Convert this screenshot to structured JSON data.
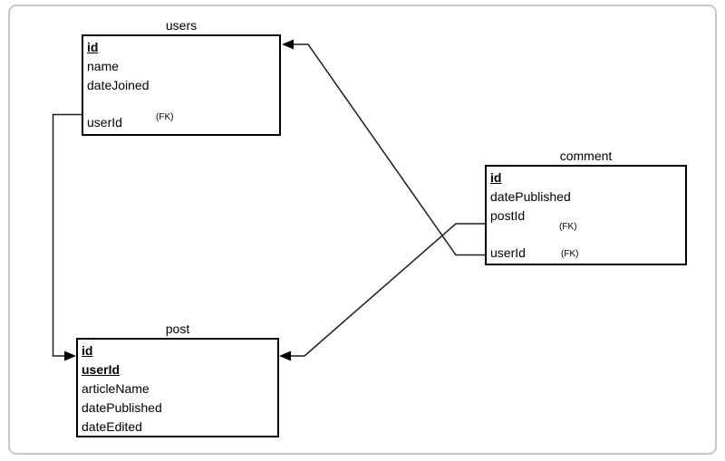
{
  "diagram": {
    "tables": {
      "users": {
        "title": "users",
        "fields": [
          {
            "name": "id",
            "pk": true
          },
          {
            "name": "name"
          },
          {
            "name": "dateJoined"
          },
          {
            "name": "userId",
            "fk": true,
            "fk_label": "(FK)"
          }
        ]
      },
      "comment": {
        "title": "comment",
        "fields": [
          {
            "name": "id",
            "pk": true
          },
          {
            "name": "datePublished"
          },
          {
            "name": "postId",
            "fk": true,
            "fk_label": "(FK)"
          },
          {
            "name": "userId",
            "fk": true,
            "fk_label": "(FK)"
          }
        ]
      },
      "post": {
        "title": "post",
        "fields": [
          {
            "name": "id",
            "pk": true
          },
          {
            "name": "userId",
            "pk": true
          },
          {
            "name": "articleName"
          },
          {
            "name": "datePublished"
          },
          {
            "name": "dateEdited"
          }
        ]
      }
    },
    "relationships": [
      {
        "from": "users.userId",
        "to": "post.id"
      },
      {
        "from": "comment.userId",
        "to": "users.id"
      },
      {
        "from": "comment.postId",
        "to": "post.id"
      }
    ],
    "colors": {
      "line": "#1c1c1c",
      "box_border": "#000000",
      "frame_border": "#c6c9cb",
      "background": "#ffffff"
    }
  }
}
